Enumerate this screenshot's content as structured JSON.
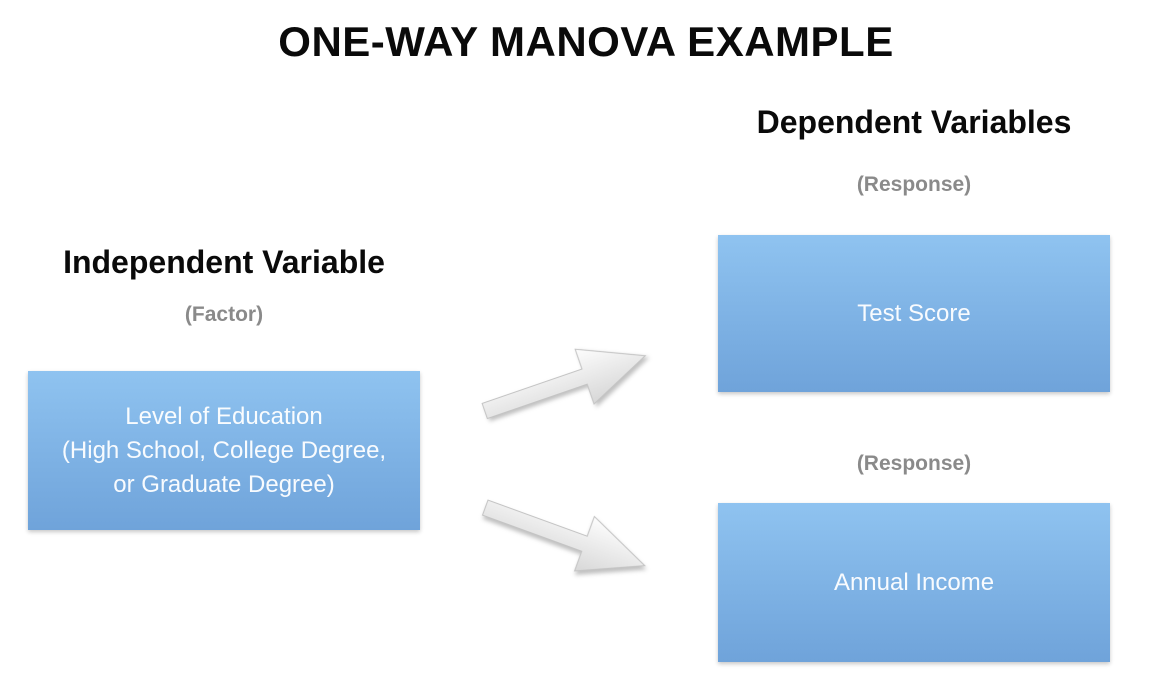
{
  "title": "ONE-WAY MANOVA EXAMPLE",
  "colors": {
    "box_blue_top": "#8fc3f0",
    "box_blue_bottom": "#6fa3da",
    "label_gray": "#8a8a8a",
    "heading_black": "#0a0a0a"
  },
  "independent": {
    "heading": "Independent Variable",
    "subheading": "(Factor)",
    "box": {
      "lines": [
        "Level of Education",
        "(High School, College Degree,",
        "or Graduate Degree)"
      ]
    }
  },
  "dependent": {
    "heading": "Dependent Variables",
    "responses": [
      {
        "label": "(Response)",
        "box": "Test Score"
      },
      {
        "label": "(Response)",
        "box": "Annual Income"
      }
    ]
  },
  "icons": {
    "arrow_top": "arrow-right-up-icon",
    "arrow_bottom": "arrow-right-down-icon"
  }
}
